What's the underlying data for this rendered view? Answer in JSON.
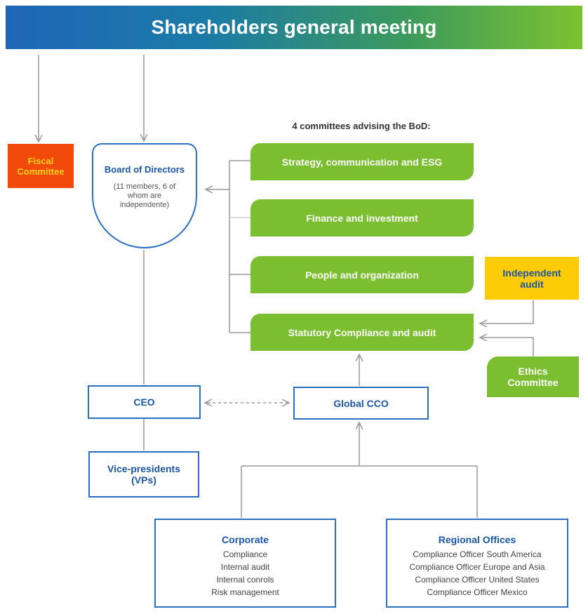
{
  "header": {
    "title": "Shareholders general meeting"
  },
  "fiscal_committee": {
    "label": "Fiscal Committee"
  },
  "board": {
    "title": "Board of Directors",
    "subtitle": "(11 members, 6 of whom are independente)"
  },
  "committees": {
    "heading": "4 committees advising the BoD:",
    "items": [
      {
        "label": "Strategy, communication and ESG"
      },
      {
        "label": "Finance and investment"
      },
      {
        "label": "People and organization"
      },
      {
        "label": "Statutory Compliance and audit"
      }
    ]
  },
  "independent_audit": {
    "label": "Independent audit"
  },
  "ethics_committee": {
    "label": "Ethics Committee"
  },
  "ceo": {
    "label": "CEO"
  },
  "global_cco": {
    "label": "Global CCO"
  },
  "vps": {
    "label": "Vice-presidents (VPs)"
  },
  "corporate": {
    "title": "Corporate",
    "items": [
      "Compliance",
      "Internal audit",
      "Internal conrols",
      "Risk management"
    ]
  },
  "regional": {
    "title": "Regional Offices",
    "items": [
      "Compliance Officer South America",
      "Compliance Officer Europe and Asia",
      "Compliance Officer United States",
      "Compliance Officer Mexico"
    ]
  },
  "colors": {
    "blue": "#2a6fc2",
    "green": "#7bbf31",
    "orange": "#f24a0a",
    "yellow": "#fecb07",
    "line": "#999999"
  }
}
